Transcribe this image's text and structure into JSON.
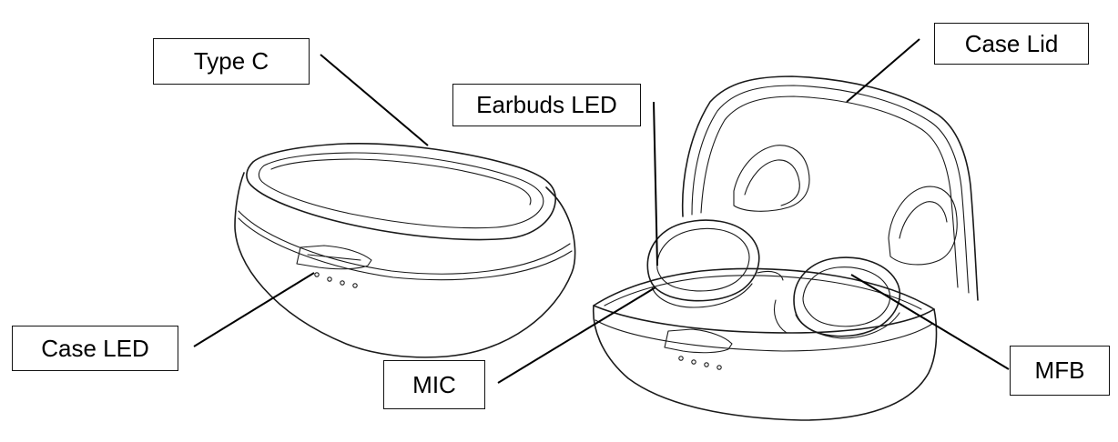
{
  "labels": {
    "type_c": "Type C",
    "case_lid": "Case Lid",
    "earbuds_led": "Earbuds LED",
    "case_led": "Case LED",
    "mic": "MIC",
    "mfb": "MFB"
  }
}
